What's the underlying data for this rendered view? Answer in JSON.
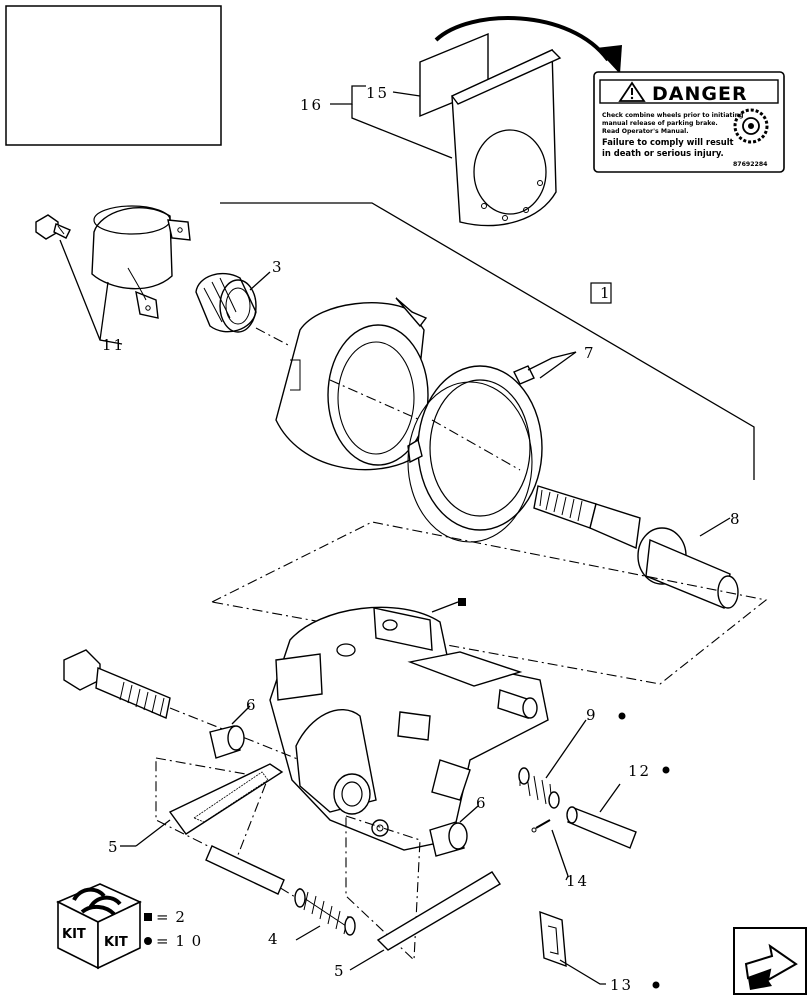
{
  "diagram": {
    "callouts": {
      "c1": "1",
      "c3": "3",
      "c4": "4",
      "c5a": "5",
      "c5b": "5",
      "c6a": "6",
      "c6b": "6",
      "c7": "7",
      "c8": "8",
      "c9": "9",
      "c11": "11",
      "c12": "12",
      "c13": "13",
      "c14": "14",
      "c15": "15",
      "c16": "16"
    },
    "decal": {
      "heading": "DANGER",
      "line1": "Check combine wheels prior to initiating",
      "line2": "manual release of parking brake.",
      "line3": "Read Operator's Manual.",
      "line4": "Failure to comply will result",
      "line5": "in death or serious injury.",
      "part_number": "87692284"
    },
    "kit": {
      "label_left": "KIT",
      "label_right": "KIT",
      "square_qty": "= 2",
      "dot_qty": "= 1 0"
    },
    "colors": {
      "ink": "#000000",
      "paper": "#ffffff",
      "part_shade": "#f4f4f4"
    },
    "icons": [
      "warning-triangle-icon",
      "next-page-arrow-icon",
      "kit-box-icon",
      "square-marker-icon",
      "dot-marker-icon"
    ]
  }
}
